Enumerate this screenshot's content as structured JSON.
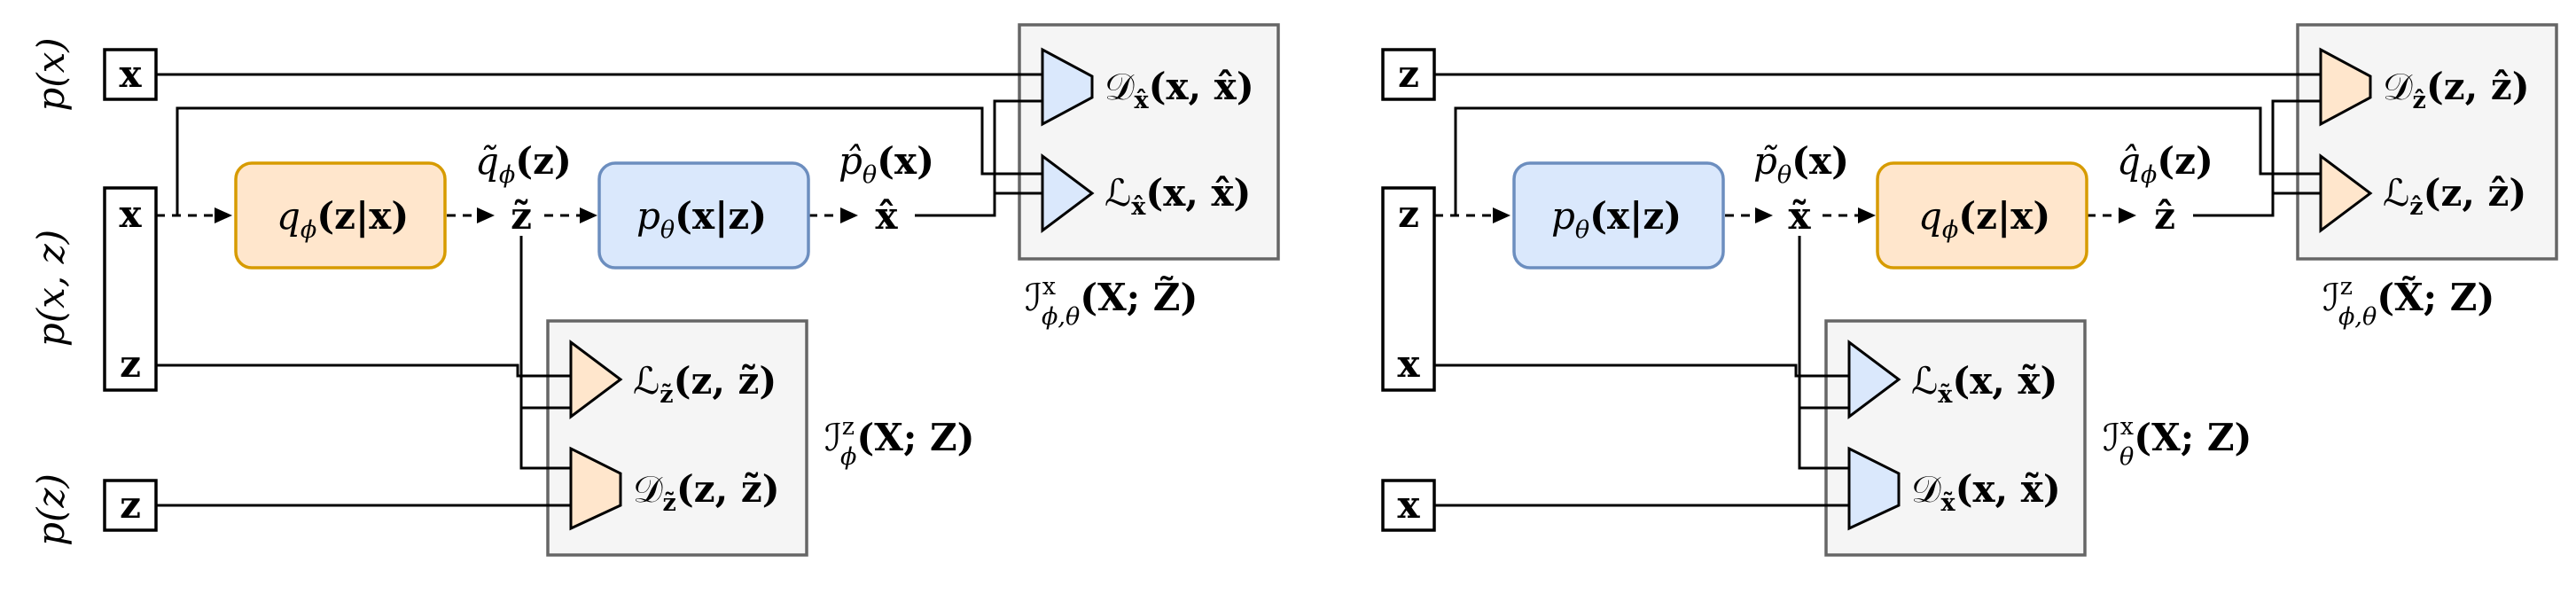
{
  "left": {
    "dist_px": "p(x)",
    "dist_pxz": "p(x, z)",
    "dist_pz": "p(z)",
    "var_x_top": "x",
    "var_x_mid": "x",
    "var_z_mid": "z",
    "var_z_bot": "z",
    "encoder_main": "q",
    "encoder_sub": "ϕ",
    "encoder_arg": "(z|x)",
    "decoder_main": "p",
    "decoder_sub": "θ",
    "decoder_arg": "(x|z)",
    "qtilde_main": "q̃",
    "qtilde_sub": "ϕ",
    "qtilde_arg": "(z)",
    "ztilde": "z̃",
    "phat_main": "p̂",
    "phat_sub": "θ",
    "phat_arg": "(x)",
    "xhat": "x̂",
    "d_top_main": "𝒟",
    "d_top_sub": "x̂",
    "d_top_arg": "(x, x̂)",
    "l_top_main": "ℒ",
    "l_top_sub": "x̂",
    "l_top_arg": "(x, x̂)",
    "i_top_main": "ℐ",
    "i_top_sup": "x",
    "i_top_sub": "ϕ,θ",
    "i_top_arg": "(X; Z̃)",
    "l_bot_main": "ℒ",
    "l_bot_sub": "z̃",
    "l_bot_arg": "(z, z̃)",
    "d_bot_main": "𝒟",
    "d_bot_sub": "z̃",
    "d_bot_arg": "(z, z̃)",
    "i_bot_main": "ℐ",
    "i_bot_sup": "z",
    "i_bot_sub": "ϕ",
    "i_bot_arg": "(X; Z)"
  },
  "right": {
    "var_z_top": "z",
    "var_z_mid": "z",
    "var_x_mid": "x",
    "var_x_bot": "x",
    "decoder_main": "p",
    "decoder_sub": "θ",
    "decoder_arg": "(x|z)",
    "encoder_main": "q",
    "encoder_sub": "ϕ",
    "encoder_arg": "(z|x)",
    "ptilde_main": "p̃",
    "ptilde_sub": "θ",
    "ptilde_arg": "(x)",
    "xtilde": "x̃",
    "qhat_main": "q̂",
    "qhat_sub": "ϕ",
    "qhat_arg": "(z)",
    "zhat": "ẑ",
    "d_top_main": "𝒟",
    "d_top_sub": "ẑ",
    "d_top_arg": "(z, ẑ)",
    "l_top_main": "ℒ",
    "l_top_sub": "ẑ",
    "l_top_arg": "(z, ẑ)",
    "i_top_main": "ℐ",
    "i_top_sup": "z",
    "i_top_sub": "ϕ,θ",
    "i_top_arg": "(X̃; Z)",
    "l_bot_main": "ℒ",
    "l_bot_sub": "x̃",
    "l_bot_arg": "(x, x̃)",
    "d_bot_main": "𝒟",
    "d_bot_sub": "x̃",
    "d_bot_arg": "(x, x̃)",
    "i_bot_main": "ℐ",
    "i_bot_sup": "x",
    "i_bot_sub": "θ",
    "i_bot_arg": "(X; Z)"
  },
  "colors": {
    "encoder_fill": "#ffe6cc",
    "encoder_stroke": "#d79b00",
    "decoder_fill": "#dae8fc",
    "decoder_stroke": "#6c8ebf",
    "group_fill": "#f5f5f5",
    "group_stroke": "#666666"
  }
}
